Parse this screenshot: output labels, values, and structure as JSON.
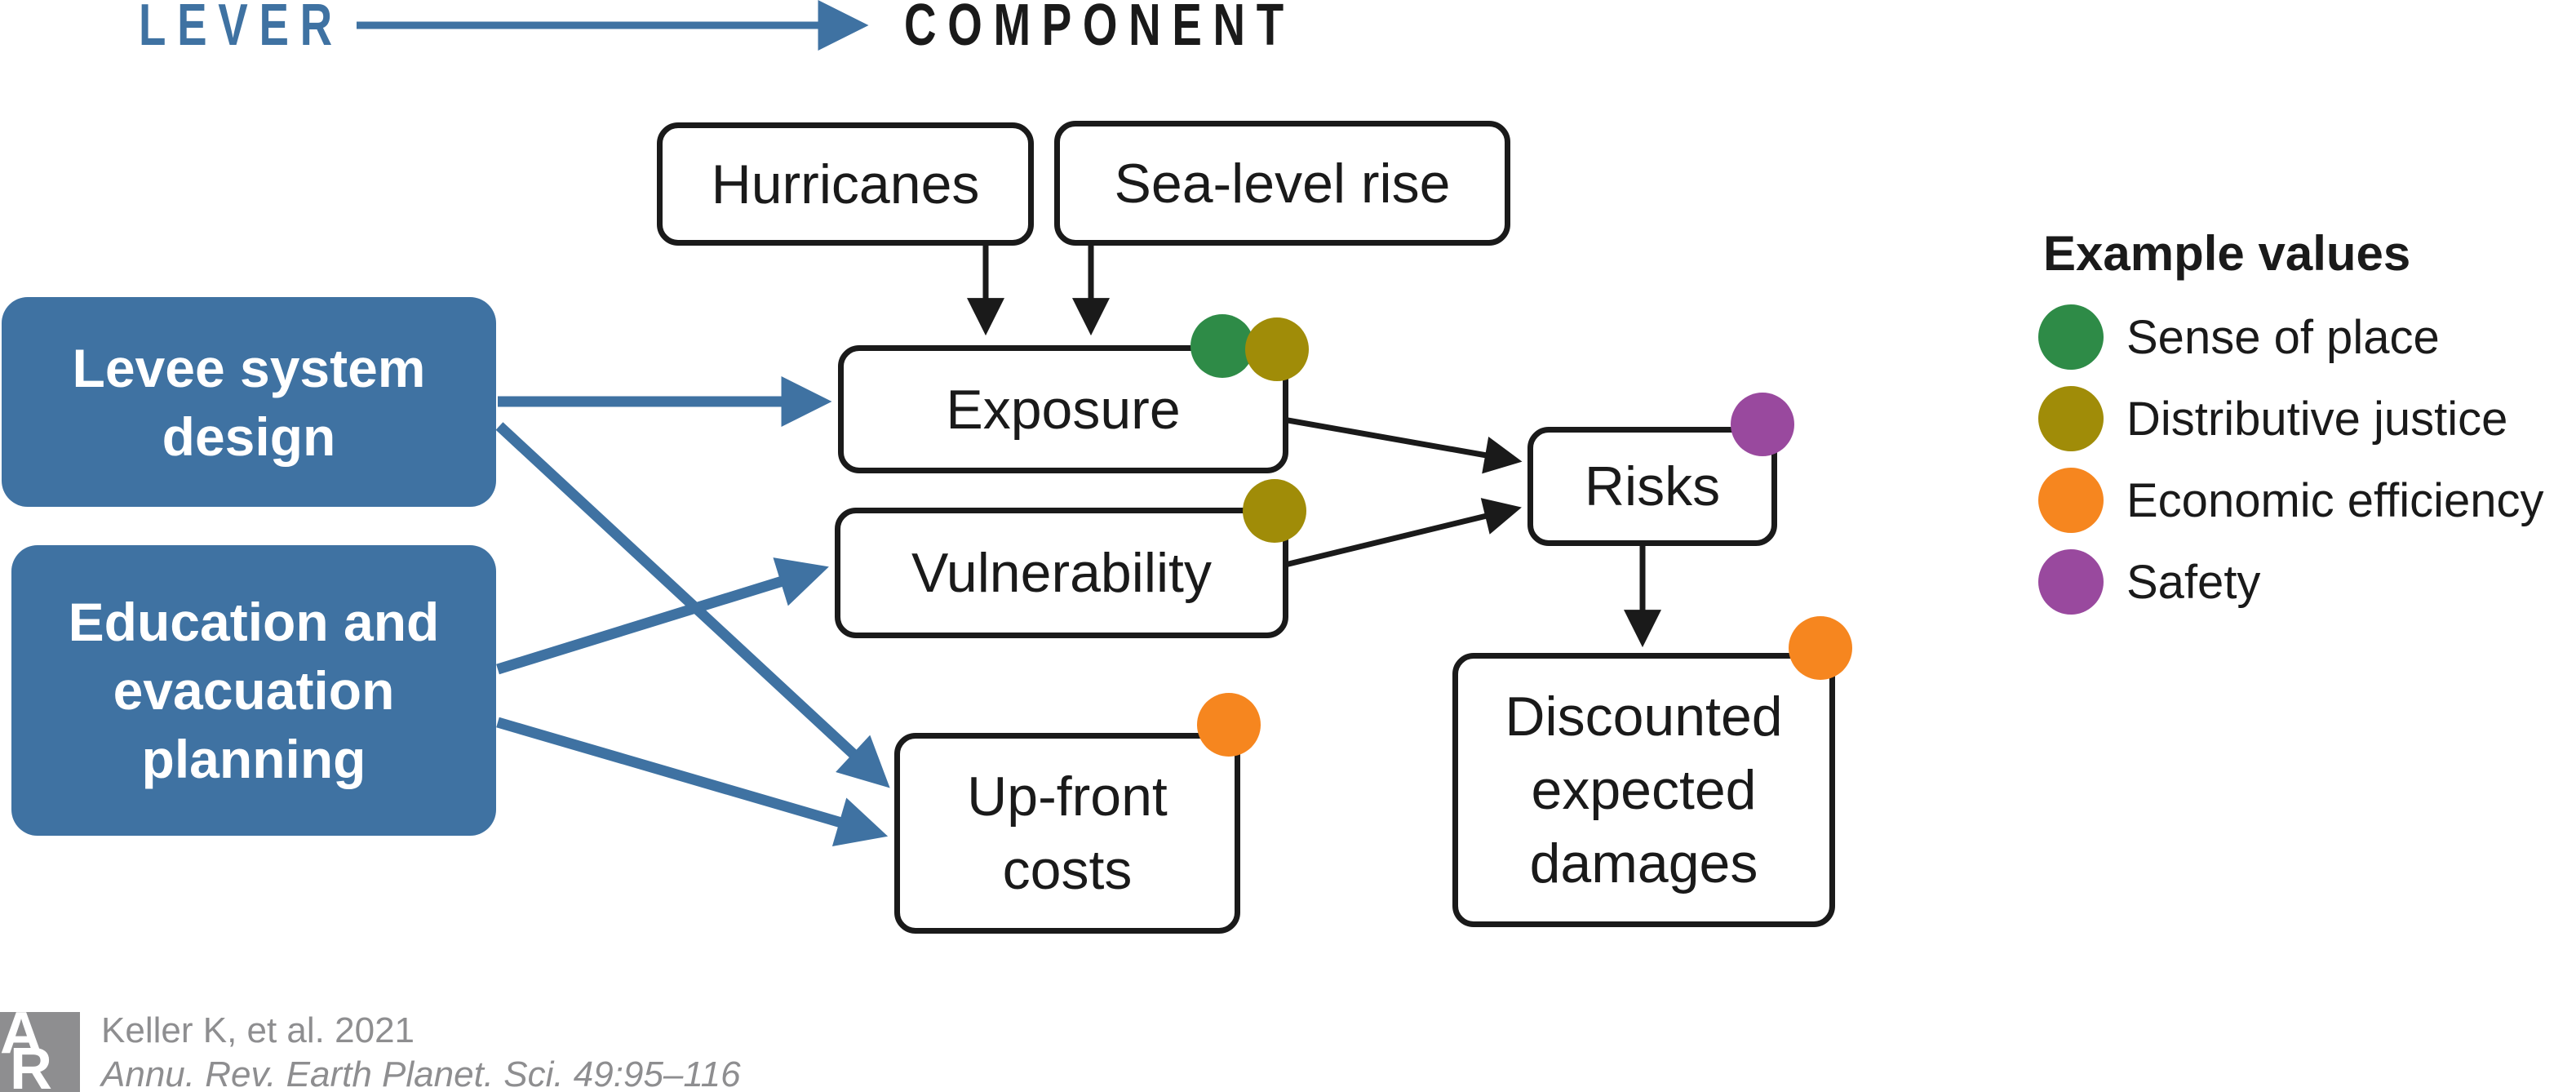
{
  "header": {
    "lever_label": "LEVER",
    "component_label": "COMPONENT"
  },
  "levers": [
    {
      "label": "Levee system\ndesign"
    },
    {
      "label": "Education and\nevacuation\nplanning"
    }
  ],
  "nodes": {
    "hurricanes": "Hurricanes",
    "sea_level_rise": "Sea-level rise",
    "exposure": "Exposure",
    "vulnerability": "Vulnerability",
    "upfront_costs": "Up-front\ncosts",
    "risks": "Risks",
    "discounted_expected_damages": "Discounted\nexpected\ndamages"
  },
  "legend": {
    "title": "Example values",
    "items": [
      {
        "label": "Sense of place",
        "color": "green"
      },
      {
        "label": "Distributive justice",
        "color": "olive"
      },
      {
        "label": "Economic efficiency",
        "color": "orange"
      },
      {
        "label": "Safety",
        "color": "purple"
      }
    ]
  },
  "citation": {
    "line1": "Keller K, et al. 2021",
    "line2": "Annu. Rev. Earth Planet. Sci. 49:95–116",
    "logo_letter_a": "A",
    "logo_letter_r": "R"
  },
  "palette": {
    "blue": "#3F72A2",
    "ink": "#1a1a1a",
    "green": "#2E8B47",
    "olive": "#A08C08",
    "orange": "#F6861F",
    "purple": "#99499E",
    "gray": "#8E8E90"
  }
}
